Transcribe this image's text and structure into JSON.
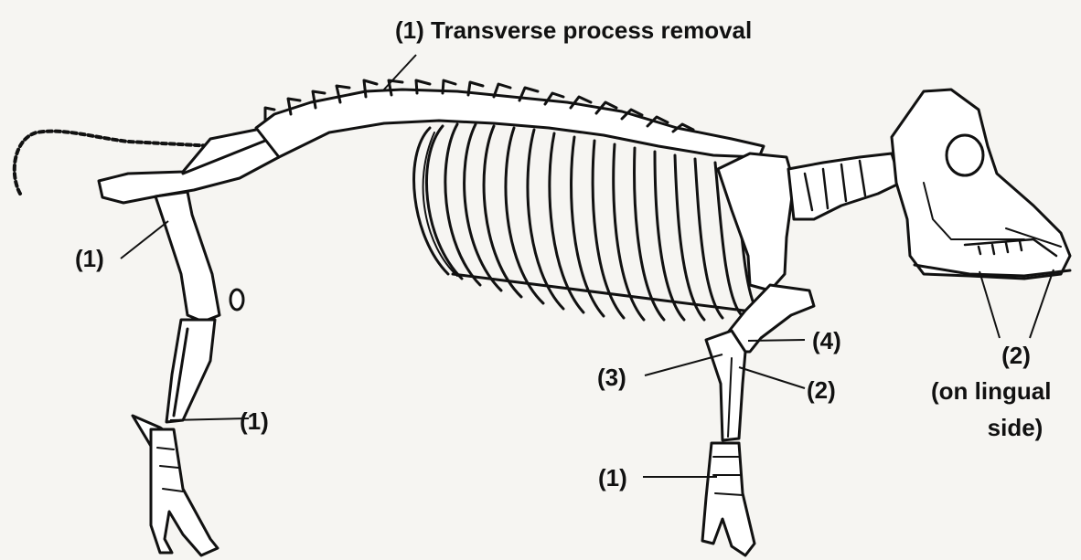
{
  "labels": {
    "top": "(1) Transverse process removal",
    "pelvis": "(1)",
    "hind_foot": "(1)",
    "fore_foot": "(1)",
    "elbow_3": "(3)",
    "elbow_4": "(4)",
    "radius_2": "(2)",
    "jaw_2": "(2)",
    "jaw_note_1": "(on lingual",
    "jaw_note_2": "side)"
  },
  "colors": {
    "ink": "#111111",
    "background": "#f6f5f2",
    "bone_fill": "#ffffff"
  }
}
